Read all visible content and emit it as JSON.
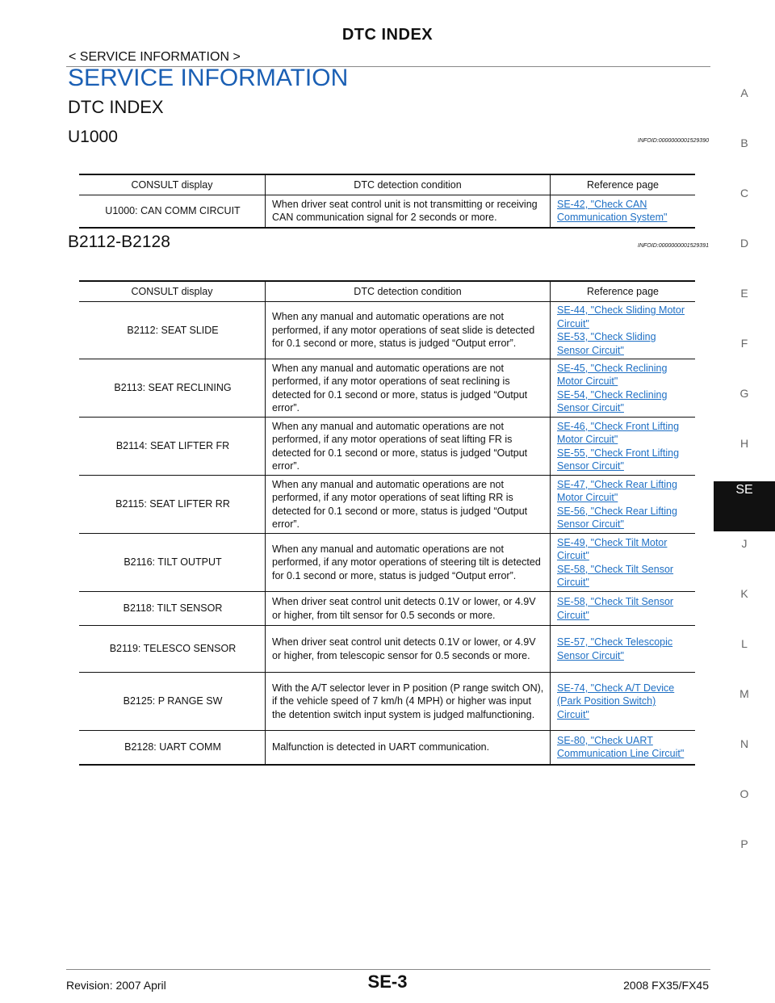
{
  "header": {
    "title": "DTC INDEX",
    "breadcrumb": "< SERVICE INFORMATION >"
  },
  "section_title": "SERVICE INFORMATION",
  "sub_title": "DTC INDEX",
  "blocks": [
    {
      "title": "U1000",
      "infoid": "INFOID:0000000001529390",
      "columns": [
        "CONSULT display",
        "DTC detection condition",
        "Reference page"
      ],
      "rows": [
        {
          "display": "U1000: CAN COMM CIRCUIT",
          "condition": "When driver seat control unit is not transmitting or receiving CAN communication signal for 2 seconds or more.",
          "refs": [
            "SE-42, \"Check CAN Communication System\""
          ]
        }
      ]
    },
    {
      "title": "B2112-B2128",
      "infoid": "INFOID:0000000001529391",
      "columns": [
        "CONSULT display",
        "DTC detection condition",
        "Reference page"
      ],
      "rows": [
        {
          "display": "B2112: SEAT SLIDE",
          "condition": "When any manual and automatic operations are not performed, if any motor operations of seat slide is detected for 0.1 second or more, status is judged “Output error”.",
          "refs": [
            "SE-44, \"Check Sliding Motor Circuit\"",
            "SE-53, \"Check Sliding Sensor Circuit\""
          ]
        },
        {
          "display": "B2113: SEAT RECLINING",
          "condition": "When any manual and automatic operations are not performed, if any motor operations of seat reclining is detected for 0.1 second or more, status is judged “Output error”.",
          "refs": [
            "SE-45, \"Check Reclining Motor Circuit\"",
            "SE-54, \"Check Reclining Sensor Circuit\""
          ]
        },
        {
          "display": "B2114: SEAT LIFTER FR",
          "condition": "When any manual and automatic operations are not performed, if any motor operations of seat lifting FR is detected for 0.1 second or more, status is judged “Output error”.",
          "refs": [
            "SE-46, \"Check Front Lifting Motor Circuit\"",
            "SE-55, \"Check Front Lifting Sensor Circuit\""
          ]
        },
        {
          "display": "B2115: SEAT LIFTER RR",
          "condition": "When any manual and automatic operations are not performed, if any motor operations of seat lifting RR is detected for 0.1 second or more, status is judged “Output error”.",
          "refs": [
            "SE-47, \"Check Rear Lifting Motor Circuit\"",
            "SE-56, \"Check Rear Lifting Sensor Circuit\""
          ]
        },
        {
          "display": "B2116: TILT OUTPUT",
          "condition": "When any manual and automatic operations are not performed, if any motor operations of steering tilt is detected for 0.1 second or more, status is judged “Output error”.",
          "refs": [
            "SE-49, \"Check Tilt Motor Circuit\"",
            "SE-58, \"Check Tilt Sensor Circuit\""
          ]
        },
        {
          "display": "B2118: TILT SENSOR",
          "condition": "When driver seat control unit detects 0.1V or lower, or 4.9V or higher, from tilt sensor for 0.5 seconds or more.",
          "refs": [
            "SE-58, \"Check Tilt Sensor Circuit\""
          ]
        },
        {
          "display": "B2119: TELESCO SENSOR",
          "condition": "When driver seat control unit detects 0.1V or lower, or 4.9V or higher, from telescopic sensor for 0.5 seconds or more.",
          "refs": [
            "SE-57, \"Check Telescopic Sensor Circuit\""
          ]
        },
        {
          "display": "B2125: P RANGE SW",
          "condition": "With the A/T selector lever in P position (P range switch ON), if the vehicle speed of 7 km/h (4 MPH) or higher was input the detention switch input system is judged malfunctioning.",
          "refs": [
            "SE-74, \"Check A/T Device (Park Position Switch) Circuit\""
          ]
        },
        {
          "display": "B2128: UART COMM",
          "condition": "Malfunction is detected in UART communication.",
          "refs": [
            "SE-80, \"Check UART Communication Line Circuit\""
          ]
        }
      ]
    }
  ],
  "side_index": [
    "A",
    "B",
    "C",
    "D",
    "E",
    "F",
    "G",
    "H",
    "SE",
    "J",
    "K",
    "L",
    "M",
    "N",
    "O",
    "P"
  ],
  "side_index_active": "SE",
  "footer": {
    "revision": "Revision: 2007 April",
    "page": "SE-3",
    "model": "2008 FX35/FX45"
  }
}
